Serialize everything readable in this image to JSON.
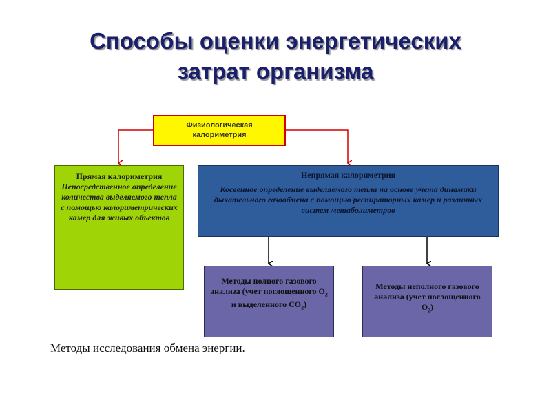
{
  "title": {
    "line1": "Способы оценки энергетических",
    "line2": "затрат организма"
  },
  "nodes": {
    "root": {
      "line1": "Физиологическая",
      "line2": "калориметрия"
    },
    "direct": {
      "heading": "Прямая калориметрия",
      "body": "Непосредственное определение количества выделяемого тепла с помощью калориметрических камер для живых объектов"
    },
    "indirect": {
      "heading": "Непрямая калориметрия",
      "body": "Косвенное определение выделяемого тепла на основе учета динамики дыхательного газообмена с помощью респираторных камер и различных систем метаболиметров"
    },
    "full": {
      "text1": "Методы полного газового анализа (учет поглощенного О",
      "sub1": "2",
      "text2": " и выделенного СО",
      "sub2": "2",
      "text3": ")"
    },
    "partial": {
      "text1": "Методы неполного газового анализа (учет поглощенного О",
      "sub1": "2",
      "text2": ")"
    }
  },
  "caption": "Методы исследования обмена энергии.",
  "colors": {
    "title": "#1a1f6b",
    "root_fill": "#fff700",
    "root_border": "#d40000",
    "direct_fill": "#9fd406",
    "indirect_fill": "#2f5d9c",
    "method_fill": "#6b66a8",
    "connector_red": "#d40000",
    "connector_black": "#000000"
  }
}
